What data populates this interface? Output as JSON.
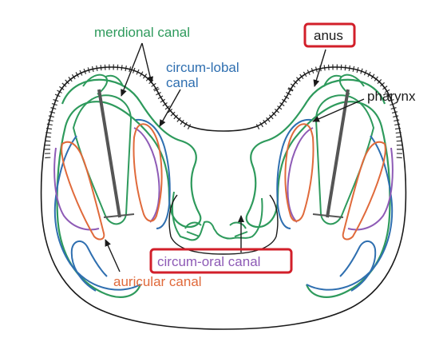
{
  "labels": {
    "meridional": "merdional canal",
    "circum_lobal_1": "circum-lobal",
    "circum_lobal_2": "canal",
    "anus": "anus",
    "pharynx": "pharynx",
    "circum_oral": "circum-oral canal",
    "auricular": "auricular canal"
  },
  "colors": {
    "outline": "#1a1a1a",
    "meridional": "#2e9a5c",
    "circum_lobal": "#2f6fb0",
    "circum_oral": "#8e5bb6",
    "auricular": "#e06a3b",
    "pharynx": "#555555",
    "highlight_box": "#d21f2a"
  }
}
